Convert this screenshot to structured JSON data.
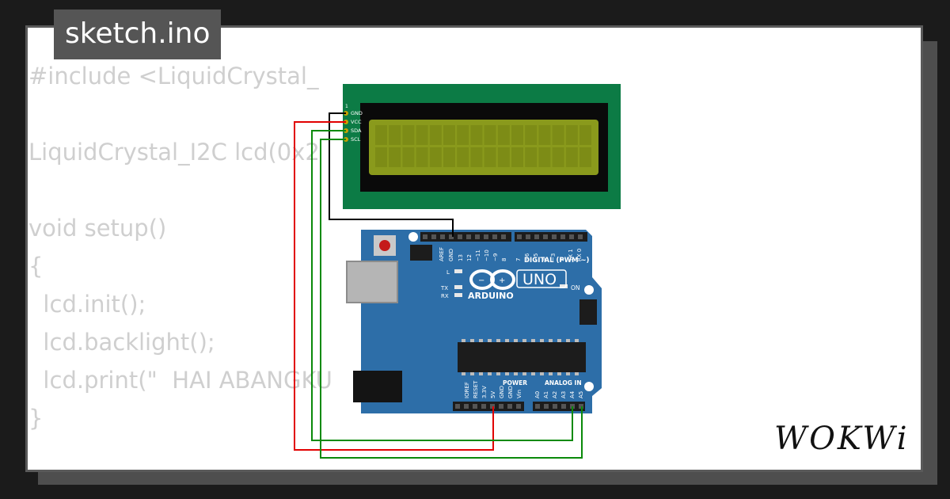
{
  "title": "sketch.ino",
  "code_lines": [
    "#include <LiquidCrystal_",
    "",
    "LiquidCrystal_I2C lcd(0x2",
    "",
    "void setup()",
    "{",
    "  lcd.init();",
    "  lcd.backlight();",
    "  lcd.print(\"  HAI ABANGKU   \");",
    "}"
  ],
  "lcd": {
    "pin_labels": [
      "GND",
      "VCC",
      "SDA",
      "SCL"
    ],
    "pin_number": "1"
  },
  "board": {
    "brand": "ARDUINO",
    "model": "UNO",
    "labels": {
      "aref": "AREF",
      "gnd": "GND",
      "digital": "DIGITAL (PWM ~)",
      "power": "POWER",
      "analog_in": "ANALOG IN",
      "on": "ON",
      "tx": "TX",
      "rx": "RX",
      "l": "L"
    },
    "digital_pins": [
      "13",
      "12",
      "~11",
      "~10",
      "~9",
      "8",
      "7",
      "~6",
      "~5",
      "4",
      "~3",
      "2",
      "TX 1",
      "RX 0"
    ],
    "power_pins": [
      "IOREF",
      "RESET",
      "3.3V",
      "5V",
      "GND",
      "GND",
      "Vin"
    ],
    "analog_pins": [
      "A0",
      "A1",
      "A2",
      "A3",
      "A4",
      "A5"
    ]
  },
  "wires": {
    "gnd_color": "#000000",
    "vcc_color": "#e10000",
    "sda_color": "#0a8a0a",
    "scl_color": "#0a8a0a"
  },
  "colors": {
    "lcd_pcb": "#0c7b45",
    "lcd_screen": "#8a9a1c",
    "board": "#2d6ea8"
  },
  "logo": "WOKWi"
}
